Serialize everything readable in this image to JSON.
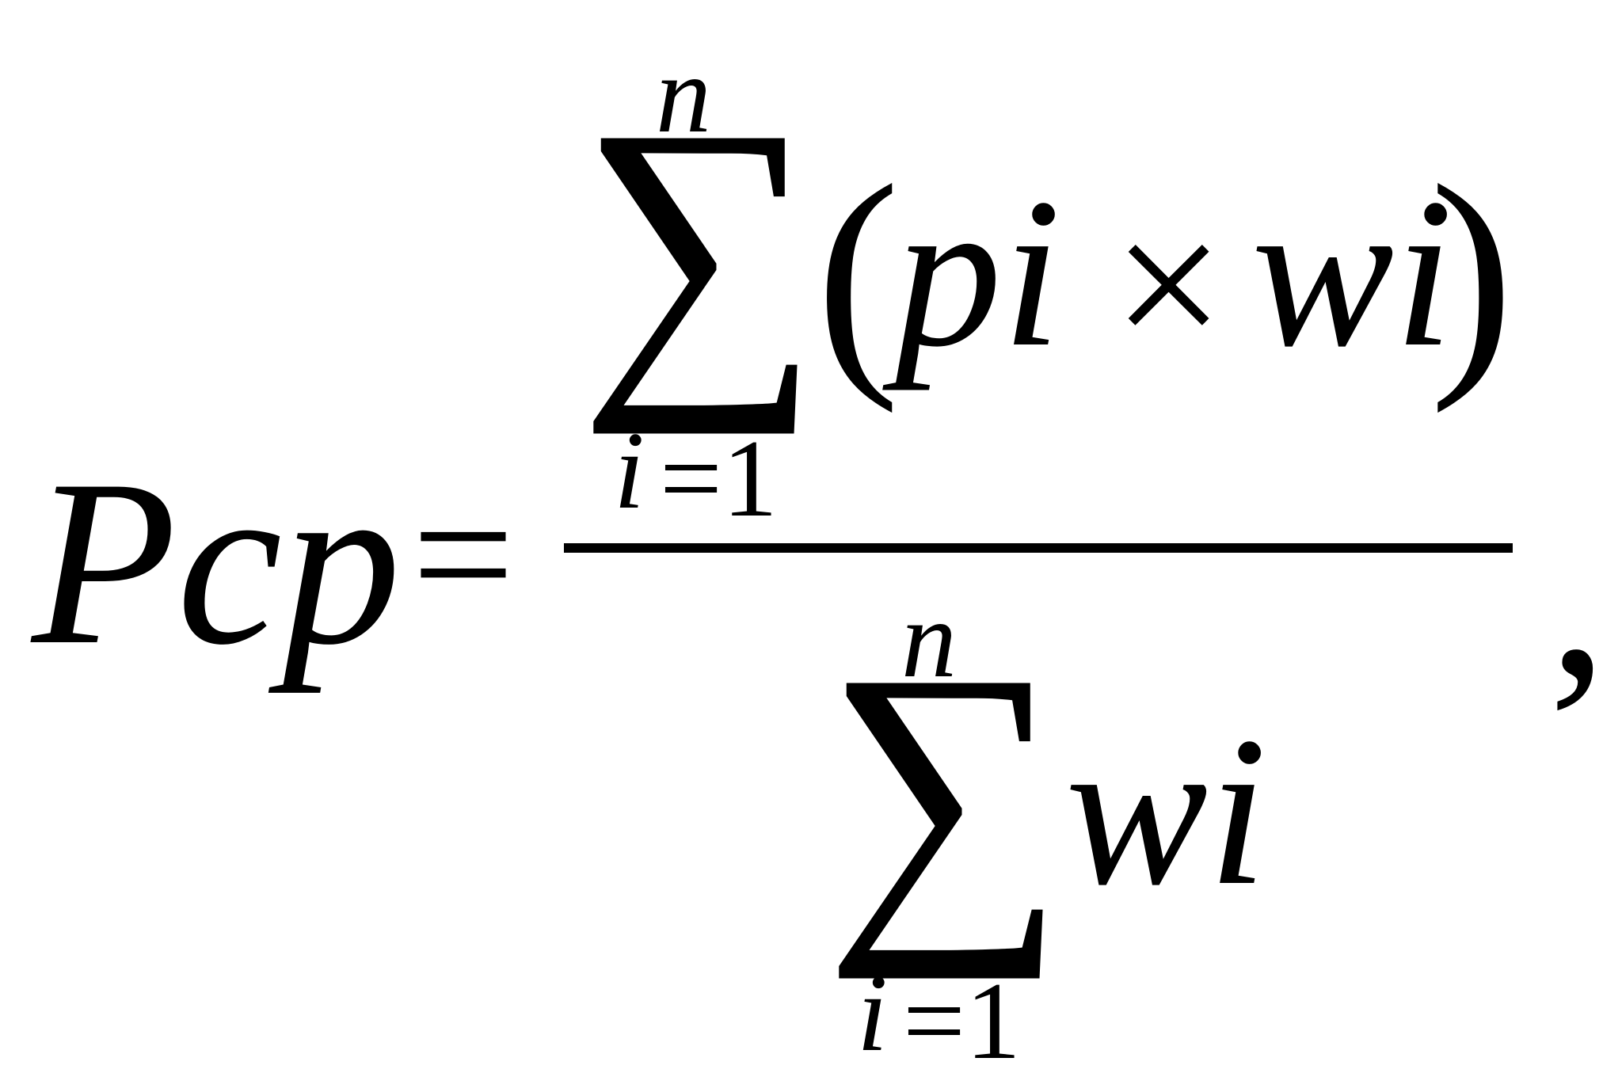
{
  "formula": {
    "lhs": "Pcp",
    "equals": "=",
    "numerator": {
      "upper_limit": "n",
      "sum_symbol": "∑",
      "open_paren": "(",
      "term_a": "pi",
      "operator": "×",
      "term_b": "wi",
      "close_paren": ")",
      "lower_index": "i",
      "lower_start": "=1"
    },
    "denominator": {
      "upper_limit": "n",
      "sum_symbol": "∑",
      "term": "wi",
      "lower_index": "i",
      "lower_start": "=1"
    },
    "trailing_punctuation": ","
  }
}
